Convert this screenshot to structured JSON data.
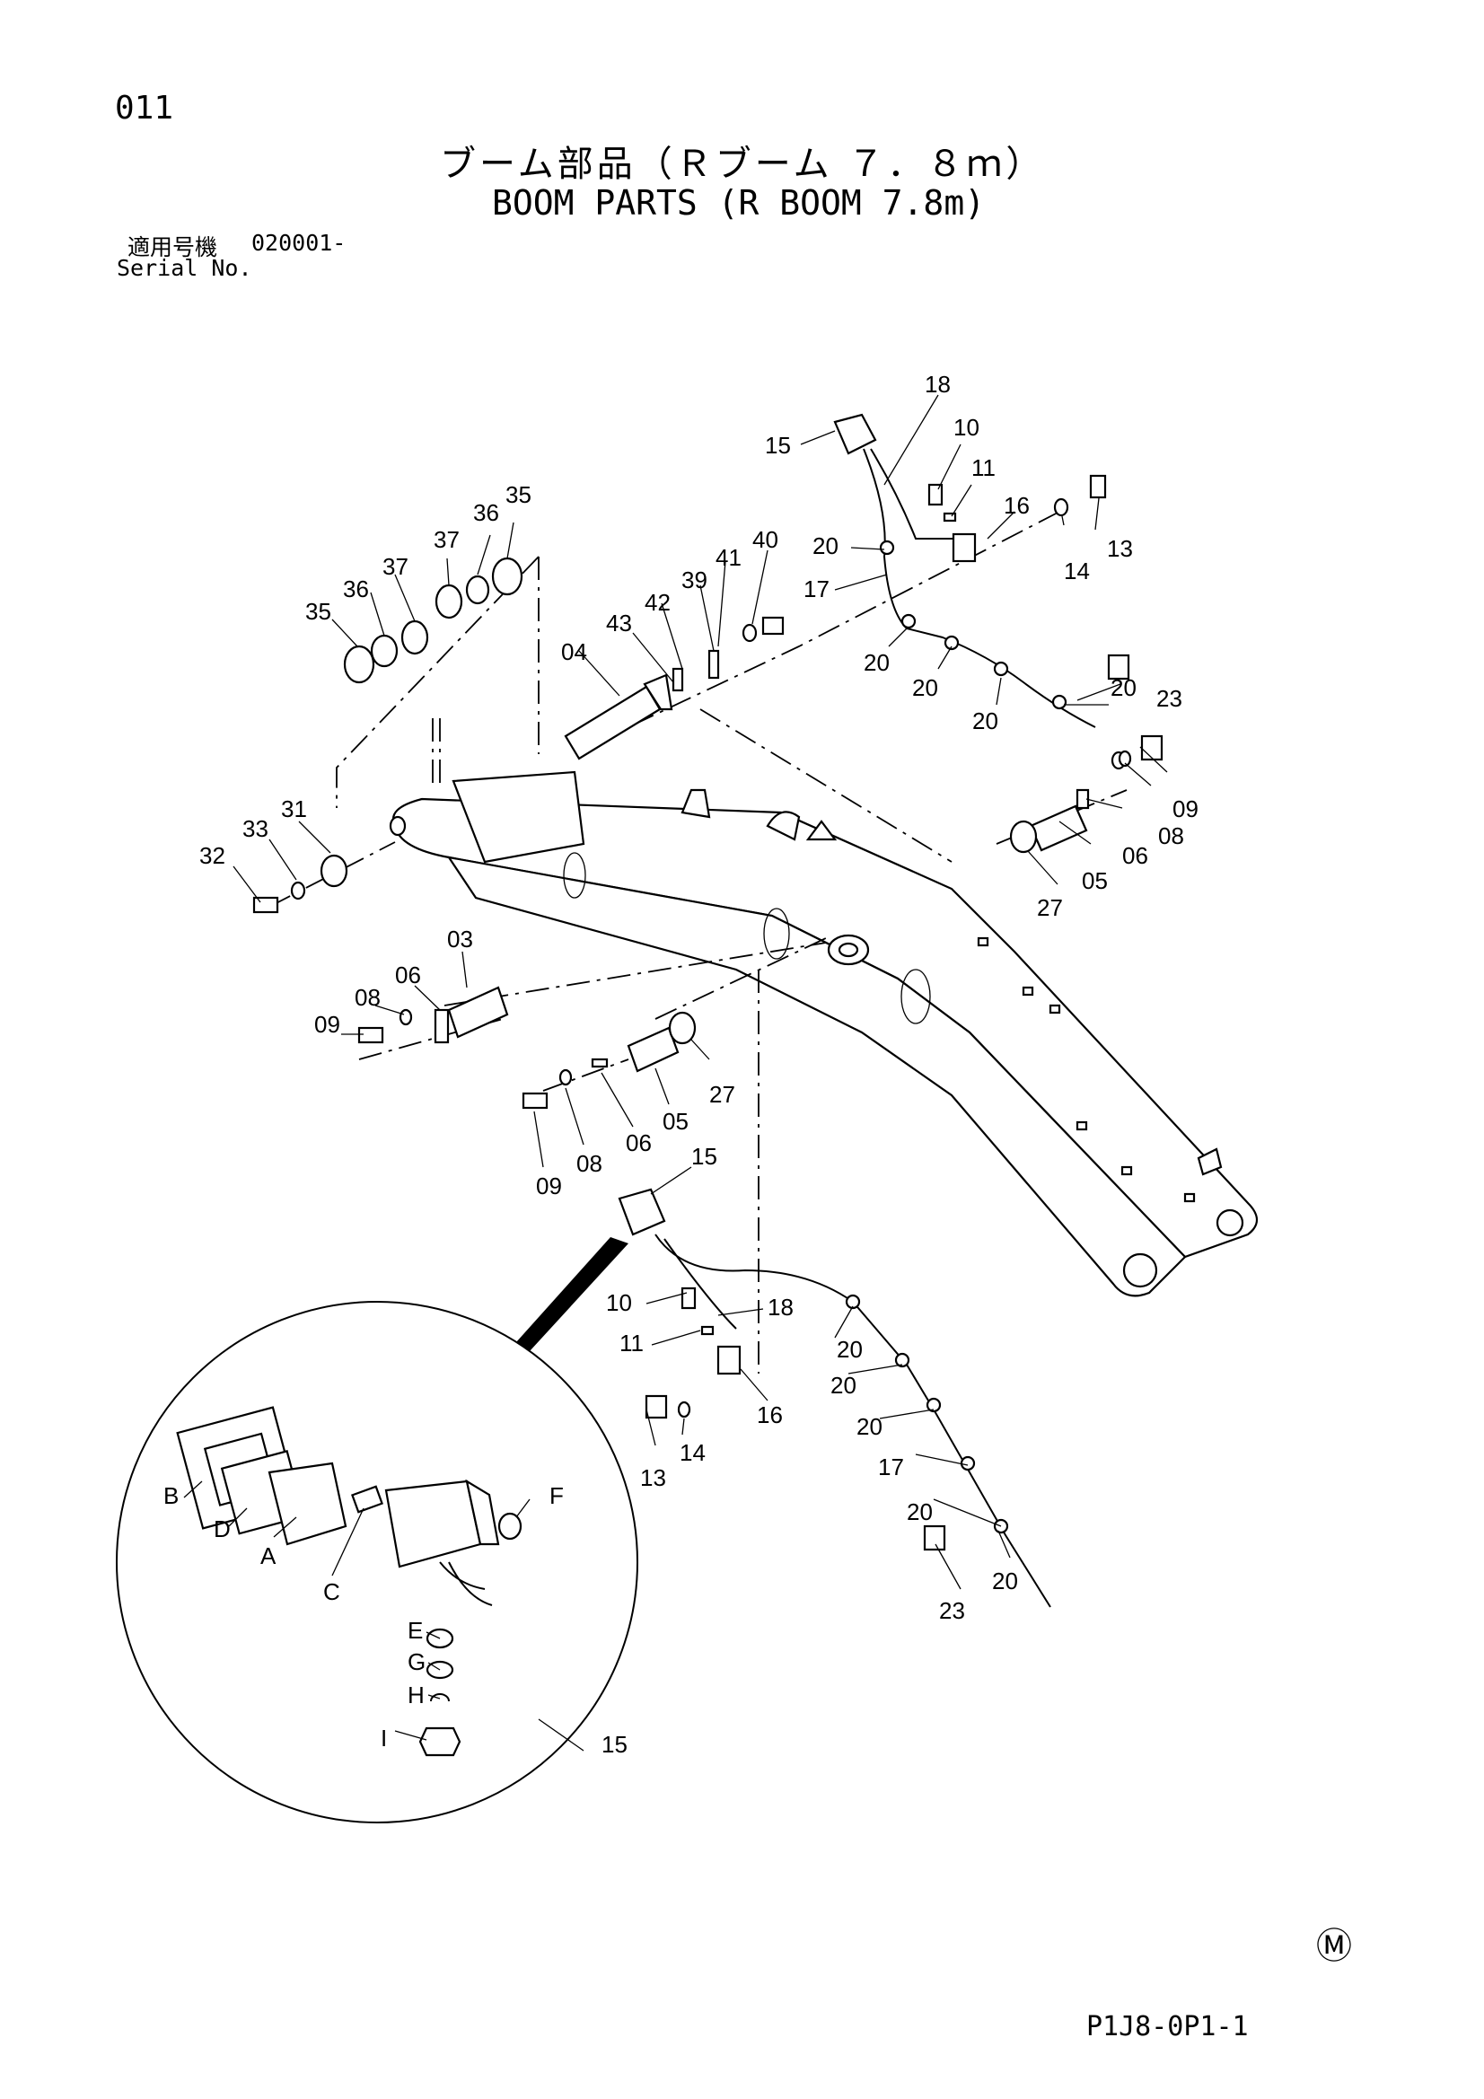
{
  "header": {
    "page_number": "011",
    "title_jp": "ブーム部品（Ｒブーム ７．８ｍ）",
    "title_en": "BOOM PARTS (R BOOM 7.8m)",
    "serial_label_jp": "適用号機",
    "serial_value": "020001-",
    "serial_label_en": "Serial No."
  },
  "callouts": {
    "c18a": "18",
    "c15a": "15",
    "c10a": "10",
    "c11a": "11",
    "c16a": "16",
    "c13a": "13",
    "c14a": "14",
    "c20a": "20",
    "c17a": "17",
    "c20b": "20",
    "c20c": "20",
    "c20d": "20",
    "c20e": "20",
    "c23a": "23",
    "c35a": "35",
    "c36a": "36",
    "c37a": "37",
    "c35b": "35",
    "c36b": "36",
    "c37b": "37",
    "c40": "40",
    "c41": "41",
    "c39": "39",
    "c42": "42",
    "c43": "43",
    "c04": "04",
    "c09a": "09",
    "c08a": "08",
    "c06a": "06",
    "c05a": "05",
    "c27a": "27",
    "c31": "31",
    "c33": "33",
    "c32": "32",
    "c03": "03",
    "c06b": "06",
    "c08b": "08",
    "c09b": "09",
    "c27b": "27",
    "c05b": "05",
    "c06c": "06",
    "c08c": "08",
    "c09c": "09",
    "c15b": "15",
    "c10b": "10",
    "c18b": "18",
    "c11b": "11",
    "c16b": "16",
    "c13b": "13",
    "c14b": "14",
    "c20f": "20",
    "c20g": "20",
    "c20h": "20",
    "c17b": "17",
    "c20i": "20",
    "c20j": "20",
    "c23b": "23",
    "cB": "B",
    "cD": "D",
    "cA": "A",
    "cC": "C",
    "cF": "F",
    "cE": "E",
    "cG": "G",
    "cH": "H",
    "cI": "I",
    "c15c": "15"
  },
  "footer": {
    "mark": "Ⓜ",
    "drawing_code": "P1J8-0P1-1"
  }
}
